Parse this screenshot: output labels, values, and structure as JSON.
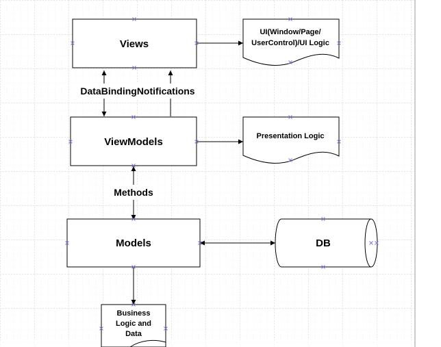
{
  "colors": {
    "background": "#ffffff",
    "grid": "#cfcfcf",
    "stroke": "#000000",
    "handle": "#7b7bd6"
  },
  "diagram": {
    "views": "Views",
    "ui_line1": "UI(Window/Page/",
    "ui_line2": "UserControl)/UI Logic",
    "data_binding": "DataBindingNotifications",
    "view_models": "ViewModels",
    "presentation_logic": "Presentation Logic",
    "methods": "Methods",
    "models": "Models",
    "db": "DB",
    "business_line1": "Business",
    "business_line2": "Logic and",
    "business_line3": "Data"
  }
}
